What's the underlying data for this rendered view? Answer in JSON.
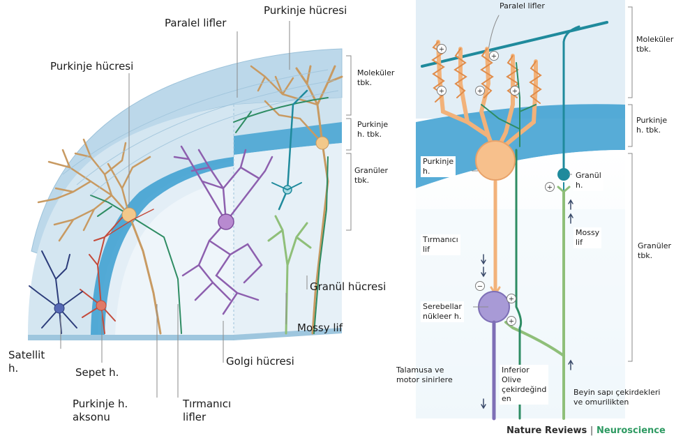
{
  "left_panel": {
    "purkinje_top": "Purkinje hücresi",
    "paralel_lifler": "Paralel lifler",
    "purkinje_left": "Purkinje hücresi",
    "molekuler": [
      "Moleküler",
      "tbk."
    ],
    "purkinje_tbk": [
      "Purkinje",
      "h. tbk."
    ],
    "granuler": [
      "Granüler",
      "tbk."
    ],
    "granul_hucresi": "Granül hücresi",
    "mossy_lif": "Mossy lif",
    "golgi_hucresi": "Golgi hücresi",
    "satellit": [
      "Satellit",
      "h."
    ],
    "sepet": "Sepet h.",
    "purkinje_akson": [
      "Purkinje h.",
      "aksonu"
    ],
    "tirmanici": [
      "Tırmanıcı",
      "lifler"
    ]
  },
  "right_panel": {
    "paralel_lifler": "Paralel lifler",
    "molekuler": [
      "Moleküler",
      "tbk."
    ],
    "purkinje_tbk": [
      "Purkinje",
      "h. tbk."
    ],
    "granuler": [
      "Granüler",
      "tbk."
    ],
    "purkinje_h": [
      "Purkinje",
      "h."
    ],
    "granul_h": [
      "Granül",
      "h."
    ],
    "tirmanici_lif": [
      "Tırmanıcı",
      "lif"
    ],
    "mossy_lif": [
      "Mossy",
      "lif"
    ],
    "serebellar": [
      "Serebellar",
      "nükleer h."
    ],
    "talamus": [
      "Talamusa ve",
      "motor sinirlere"
    ],
    "inferior": [
      "Inferior",
      "Olive",
      "çekirdeğind",
      "en"
    ],
    "beyin_sapi": [
      "Beyin sapı çekirdekleri",
      "ve omurilikten"
    ],
    "plus": "+",
    "minus": "−"
  },
  "credit": {
    "journal": "Nature Reviews",
    "separator": "|",
    "section": "Neuroscience"
  },
  "colors": {
    "layer_light": "#dcecf5",
    "layer_band": "#3a9ed0",
    "molecular_blue": "#bcd8ea",
    "purkinje_orange": "#f2b27a",
    "dendrite_tan": "#c89a62",
    "granule_teal": "#1f8a9c",
    "golgi_purple": "#8d5fae",
    "mossy_green": "#8fbf79",
    "climbing_green": "#2e8c63",
    "basket_red": "#c44a3a",
    "satellite_navy": "#2c3c7a",
    "nuclear_lavender": "#a89ad6"
  }
}
